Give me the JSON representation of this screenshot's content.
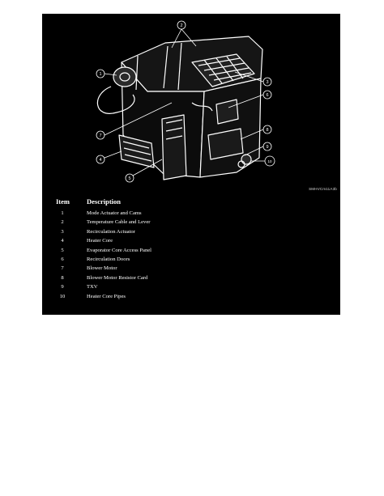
{
  "figure": {
    "code": "SMHVCm11A3b",
    "callouts": [
      "1",
      "2",
      "3",
      "4",
      "5",
      "6",
      "7",
      "8",
      "9",
      "10"
    ]
  },
  "legend": {
    "header_item": "Item",
    "header_description": "Description",
    "rows": [
      {
        "item": "1",
        "description": "Mode Actuator and Cams"
      },
      {
        "item": "2",
        "description": "Temperature Cable and Lever"
      },
      {
        "item": "3",
        "description": "Recirculation Actuator"
      },
      {
        "item": "4",
        "description": "Heater Core"
      },
      {
        "item": "5",
        "description": "Evaporator Core Access Panel"
      },
      {
        "item": "6",
        "description": "Recirculation Doors"
      },
      {
        "item": "7",
        "description": "Blower Motor"
      },
      {
        "item": "8",
        "description": "Blower Motor Resistor Card"
      },
      {
        "item": "9",
        "description": "TXV"
      },
      {
        "item": "10",
        "description": "Heater Core Pipes"
      }
    ]
  }
}
